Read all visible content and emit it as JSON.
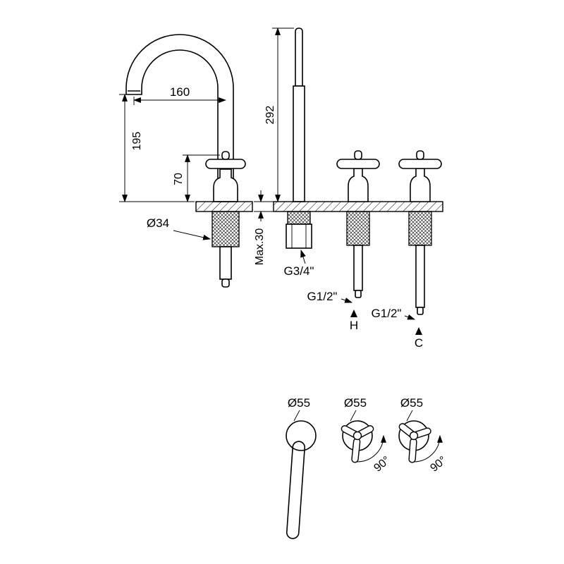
{
  "drawing": {
    "side_view": {
      "spout_reach": "160",
      "spout_height": "195",
      "handle_height": "70",
      "shank_diameter": "Ø34"
    },
    "front_view": {
      "spout_height": "292",
      "max_deck_thickness": "Max.30",
      "spout_connection": "G3/4\"",
      "hot_connection": "G1/2\"",
      "cold_connection": "G1/2\"",
      "hot_marker": "H",
      "cold_marker": "C"
    },
    "top_view": {
      "spout_base_diameter": "Ø55",
      "hot_handle_diameter": "Ø55",
      "cold_handle_diameter": "Ø55",
      "hot_rotation": "90°",
      "cold_rotation": "90°"
    }
  }
}
